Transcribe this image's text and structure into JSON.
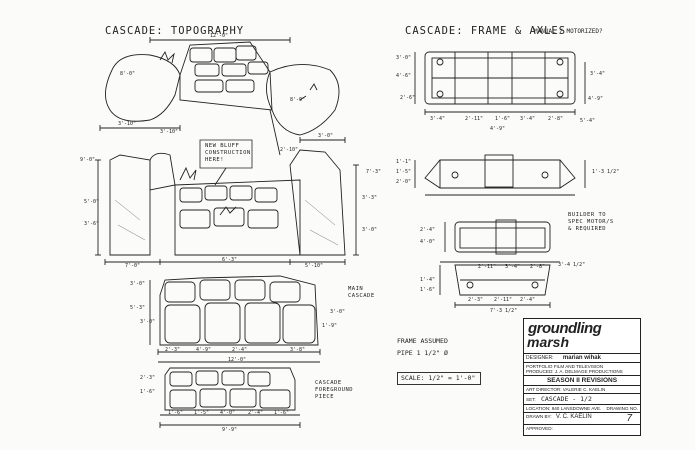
{
  "titles": {
    "topography": "CASCADE: TOPOGRAPHY",
    "frame": "CASCADE: FRAME & AXLES",
    "frame_note": "MANUAL / MOTORIZED?"
  },
  "notes": {
    "bluff": "NEW BLUFF CONSTRUCTION HERE!",
    "main": "MAIN CASCADE",
    "foreground": "CASCADE FOREGROUND PIECE",
    "frame_assumed": "FRAME ASSUMED",
    "pipe": "PIPE 1 1/2\" Ø",
    "builder": "BUILDER TO SPEC MOTOR/S & REQUIRED",
    "scale": "SCALE: 1/2\" = 1'-0\""
  },
  "dims_topo": [
    "12'-0\"",
    "8'-0\"",
    "8'-0\"",
    "3'-10\"",
    "3'-10\"",
    "2'-10\"",
    "3'-0\"",
    "9'-0\"",
    "7'-3\"",
    "5'-0\"",
    "3'-6\"",
    "3'-3\"",
    "3'-0\"",
    "7'-0\"",
    "6'-3\"",
    "5'-10\"",
    "3'-0\"",
    "3'-0\"",
    "5'-3\"",
    "2'-3\"",
    "4'-9\"",
    "2'-4\"",
    "3'-8\"",
    "12'-0\"",
    "1'-9\"",
    "3'-0\"",
    "2'-3\"",
    "1'-6\"",
    "1'-6\"",
    "1'-5\"",
    "4'-0\"",
    "2'-4\"",
    "1'-6\"",
    "9'-9\""
  ],
  "dims_frame": [
    "3'-0\"",
    "4'-6\"",
    "2'-6\"",
    "3'-4\"",
    "4'-9\"",
    "3'-4\"",
    "2'-11\"",
    "1'-6\"",
    "3'-4\"",
    "2'-8\"",
    "4'-9\"",
    "5'-4\"",
    "1'-1\"",
    "1'-5\"",
    "2'-0\"",
    "1'-3 1/2\"",
    "2'-4\"",
    "4'-0\"",
    "2'-11\"",
    "3'-4\"",
    "2'-8\"",
    "3'-4 1/2\"",
    "1'-4\"",
    "1'-6\"",
    "2'-3\"",
    "2'-11\"",
    "2'-4\"",
    "7'-3 1/2\""
  ],
  "title_block": {
    "logo_line1": "groundling",
    "logo_line2": "marsh",
    "designer_label": "DESIGNER:",
    "designer": "marian wihak",
    "portfolio": "PORTFOLIO FILM AND TELEVISION",
    "produced": "PRODUCED: J. A. DELMAGE PRODUCTIONS",
    "season": "SEASON II REVISIONS",
    "art_director": "ART DIRECTOR: VALERIE C. KAELIN",
    "set_label": "SET:",
    "set": "CASCADE - 1/2",
    "location": "LOCATION: 940 LANSDOWNE AVE.",
    "drawn_by_label": "DRAWN BY:",
    "drawn_by": "V. C. KAELIN",
    "drawing_no_label": "DRAWING NO.",
    "drawing_no": "7",
    "approved": "APPROVED:"
  }
}
